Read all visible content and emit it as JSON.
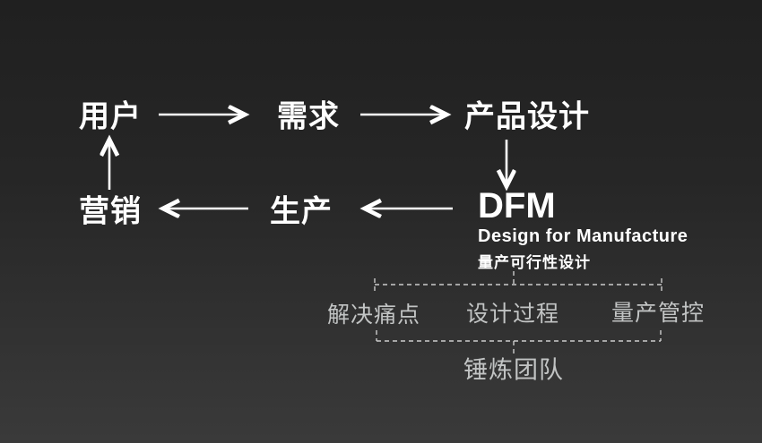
{
  "slide": {
    "flow_nodes": {
      "user": "用户",
      "demand": "需求",
      "product_design": "产品设计",
      "marketing": "营销",
      "production": "生产"
    },
    "dfm": {
      "title": "DFM",
      "subtitle_en": "Design for Manufacture",
      "subtitle_zh": "量产可行性设计"
    },
    "dfm_scope": {
      "items": [
        "解决痛点",
        "设计过程",
        "量产管控"
      ],
      "result": "锤炼团队"
    },
    "colors": {
      "background_top": "#202020",
      "background_bottom": "#3a3a3a",
      "primary_text": "#ffffff",
      "secondary_text": "#c2c4c4",
      "dashed_line": "#cccccc",
      "arrow": "#ffffff"
    }
  }
}
